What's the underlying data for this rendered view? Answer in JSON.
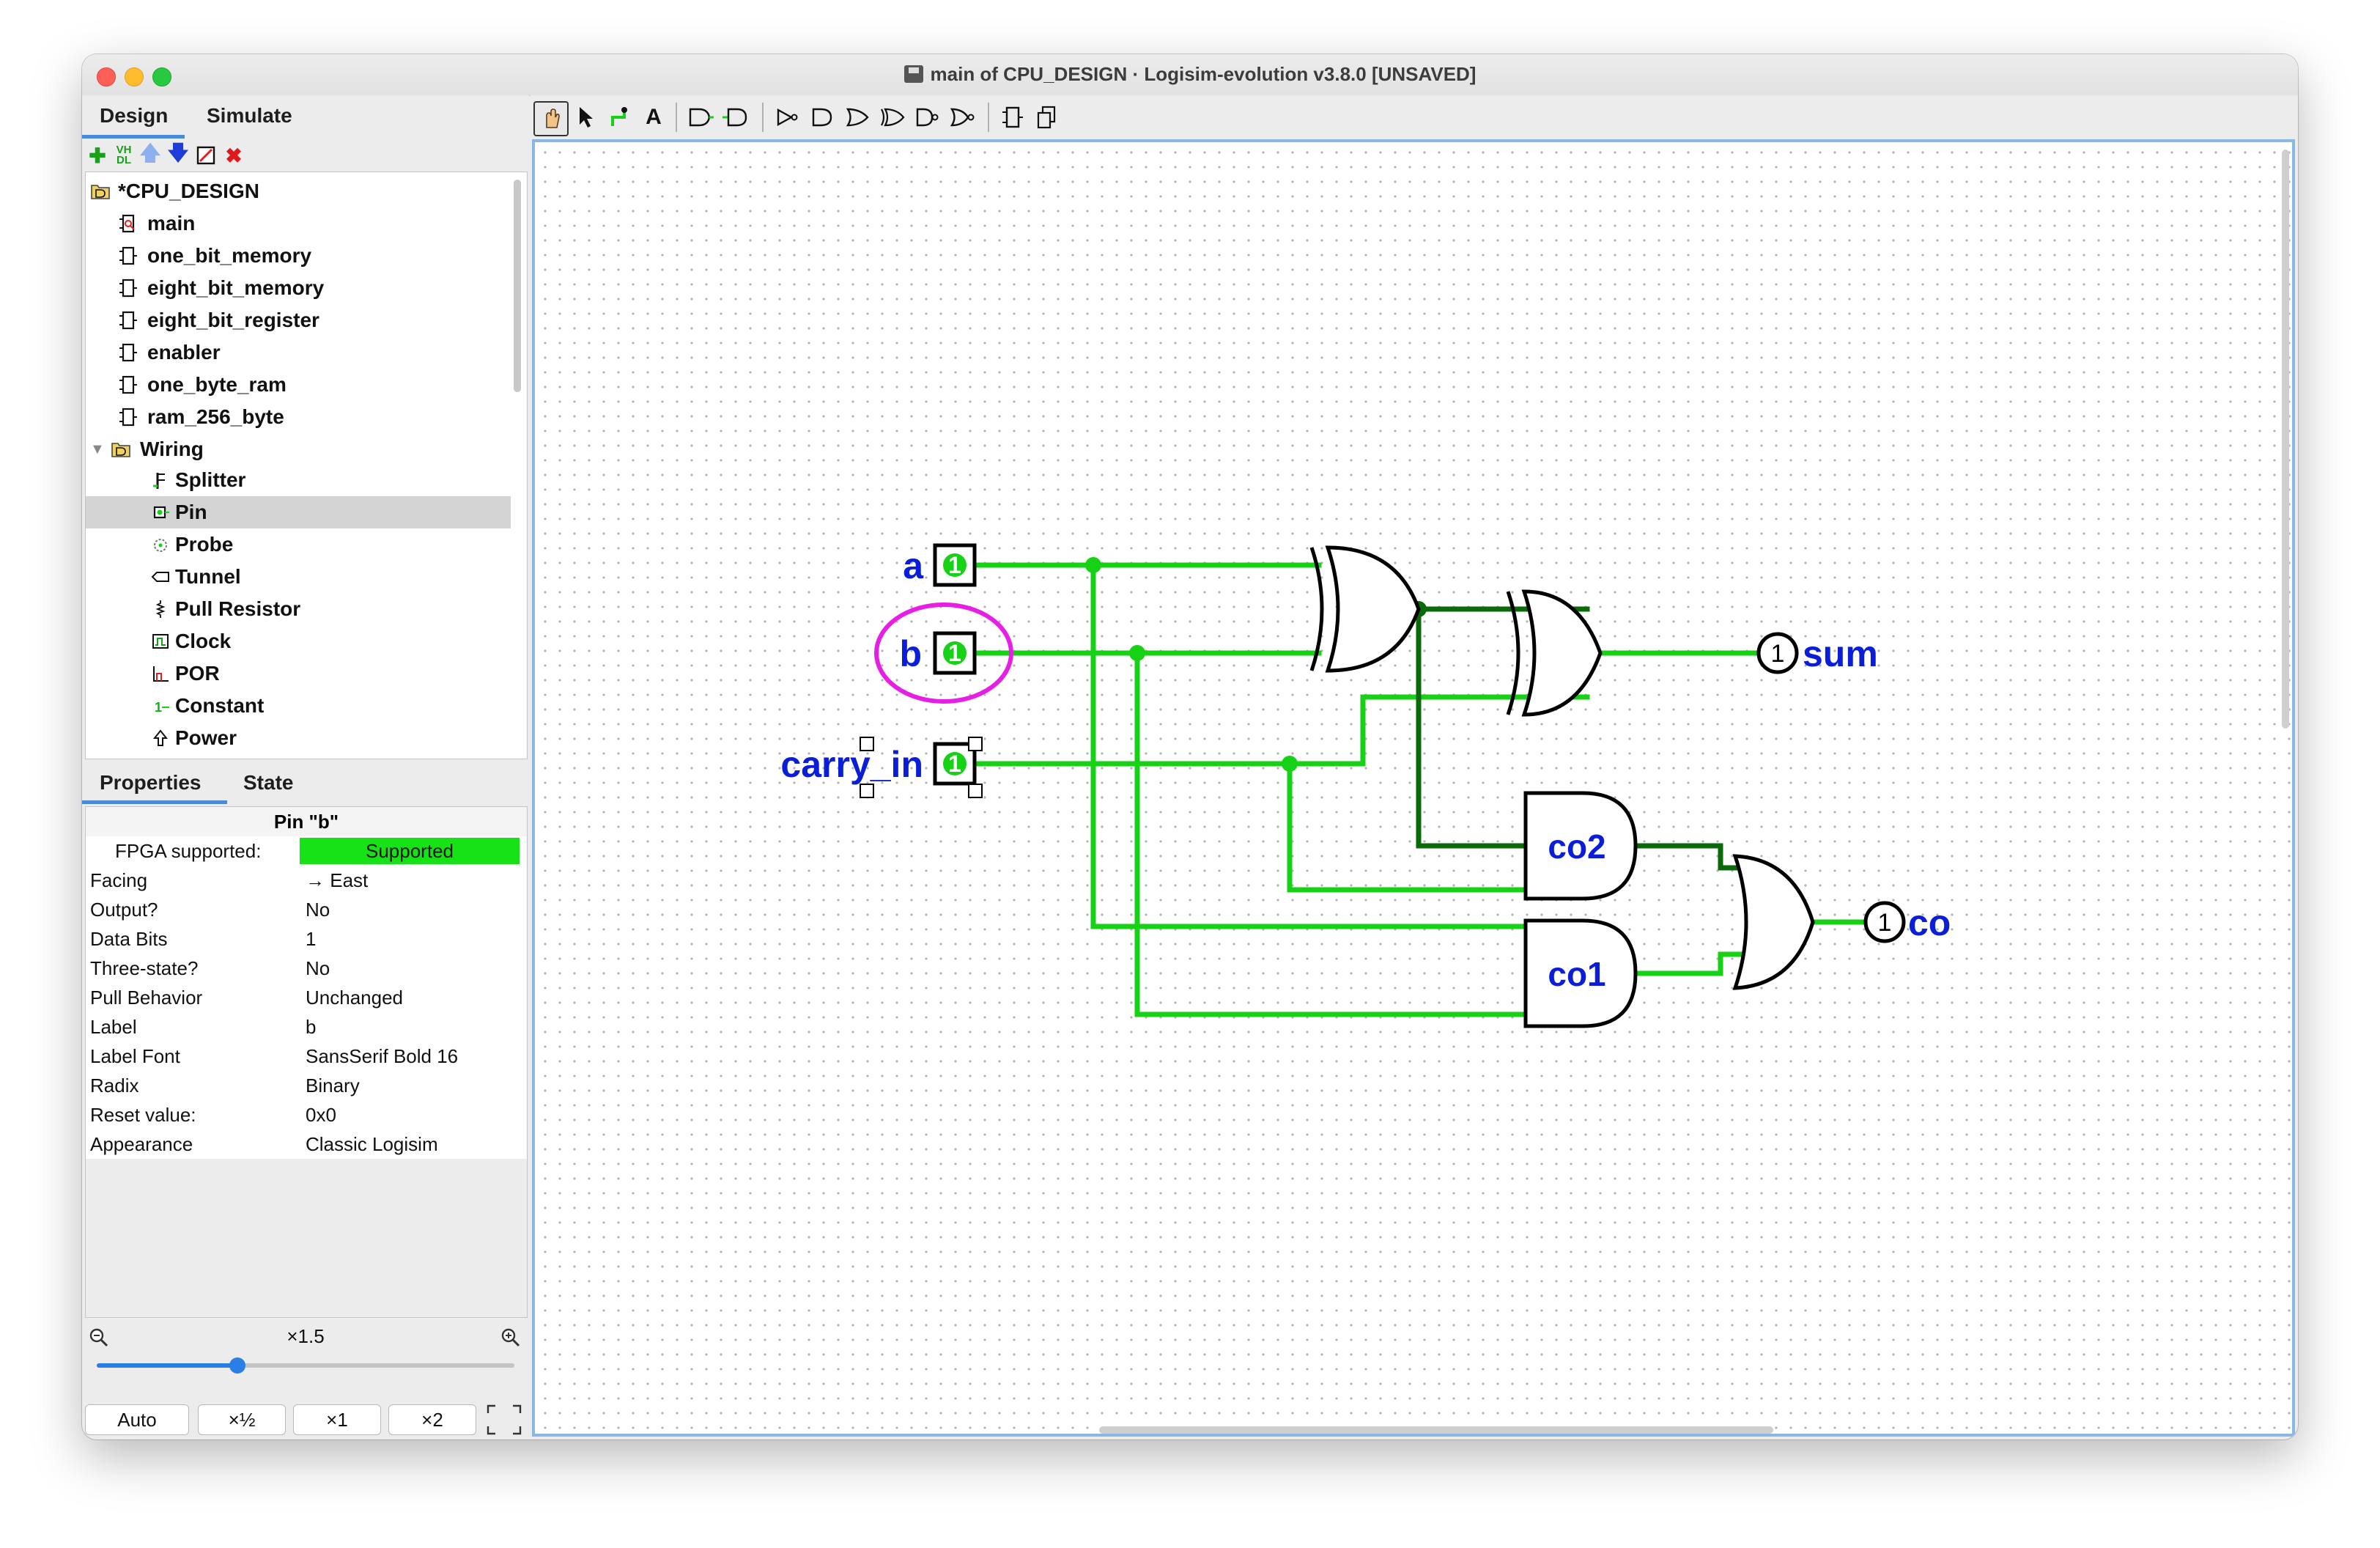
{
  "window": {
    "title": "main of CPU_DESIGN · Logisim-evolution v3.8.0 [UNSAVED]"
  },
  "tabs": {
    "design": "Design",
    "simulate": "Simulate"
  },
  "explorer_toolbar": [
    "add-circuit-icon",
    "vhdl-icon",
    "move-up-icon",
    "move-down-icon",
    "edit-appearance-icon",
    "delete-icon"
  ],
  "explorer_toolbar_vhdl_text": "VH\nDL",
  "tree": {
    "project": "*CPU_DESIGN",
    "circuits": [
      "main",
      "one_bit_memory",
      "eight_bit_memory",
      "eight_bit_register",
      "enabler",
      "one_byte_ram",
      "ram_256_byte"
    ],
    "library": "Wiring",
    "library_items": [
      "Splitter",
      "Pin",
      "Probe",
      "Tunnel",
      "Pull Resistor",
      "Clock",
      "POR",
      "Constant",
      "Power"
    ],
    "selected": "Pin"
  },
  "properties": {
    "tab_properties": "Properties",
    "tab_state": "State",
    "header": "Pin \"b\"",
    "rows": [
      {
        "key": "FPGA supported:",
        "value": "Supported"
      },
      {
        "key": "Facing",
        "value": "→ East"
      },
      {
        "key": "Output?",
        "value": "No"
      },
      {
        "key": "Data Bits",
        "value": "1"
      },
      {
        "key": "Three-state?",
        "value": "No"
      },
      {
        "key": "Pull Behavior",
        "value": "Unchanged"
      },
      {
        "key": "Label",
        "value": "b"
      },
      {
        "key": "Label Font",
        "value": "SansSerif Bold 16"
      },
      {
        "key": "Radix",
        "value": "Binary"
      },
      {
        "key": "Reset value:",
        "value": "0x0"
      },
      {
        "key": "Appearance",
        "value": "Classic Logisim"
      }
    ]
  },
  "zoom": {
    "level_label": "×1.5",
    "zoom_fraction": 0.33,
    "buttons": [
      "Auto",
      "×½",
      "×1",
      "×2"
    ]
  },
  "circuit": {
    "inputs": [
      {
        "label": "a",
        "value": "1"
      },
      {
        "label": "b",
        "value": "1"
      },
      {
        "label": "carry_in",
        "value": "1"
      }
    ],
    "outputs": [
      {
        "label": "sum",
        "value": "1"
      },
      {
        "label": "co",
        "value": "1"
      }
    ],
    "gate_labels": {
      "and_top": "co2",
      "and_bottom": "co1"
    }
  },
  "colors": {
    "wire_on": "#16d116",
    "wire_dark": "#0a6a0a",
    "label_blue": "#0a1ed8",
    "selection_ring": "#e61ee6",
    "canvas_border": "#8ab8e6"
  }
}
